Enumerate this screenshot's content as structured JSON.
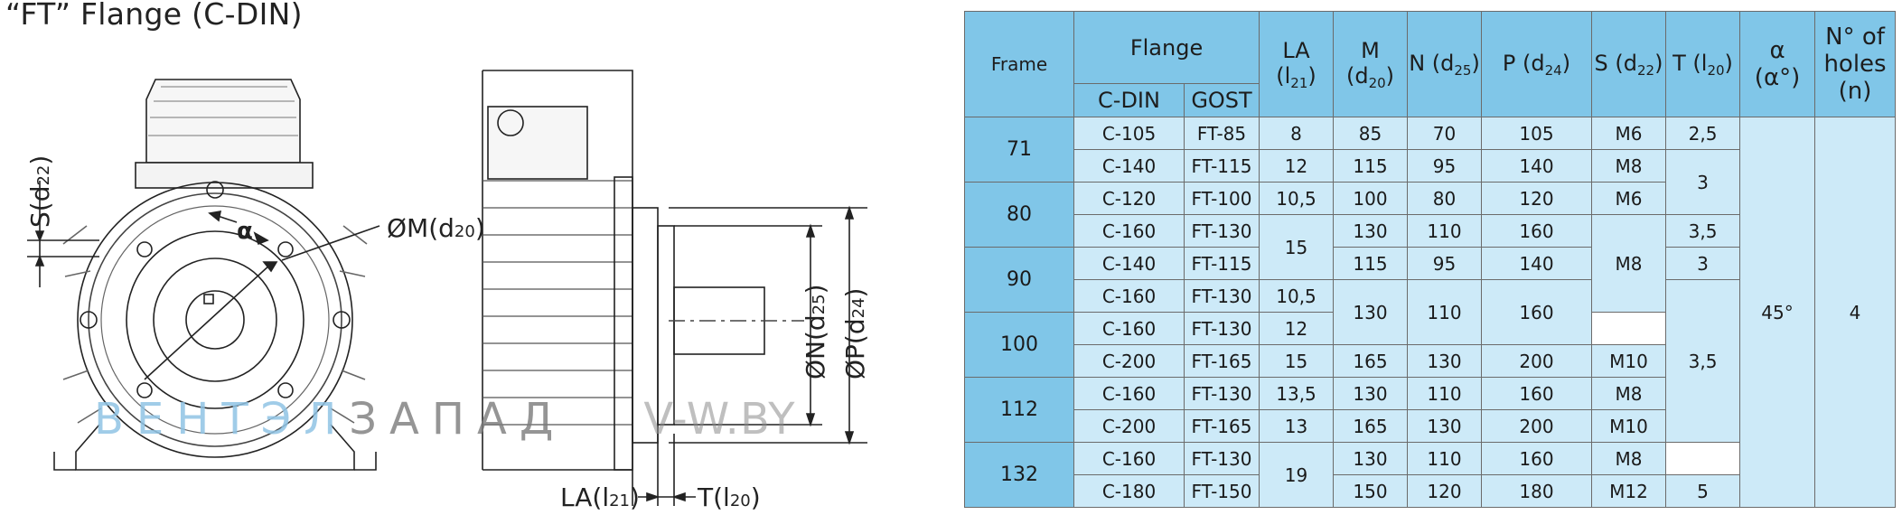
{
  "title": "“FT” Flange (C-DIN)",
  "drawing": {
    "label_s": "S(d",
    "label_s_sub": "22",
    "label_s_close": ")",
    "label_alpha": "α",
    "label_m": "ØM(d",
    "label_m_sub": "20",
    "label_m_close": ")",
    "label_n": "ØN(d",
    "label_n_sub": "25",
    "label_n_close": ")",
    "label_p": "ØP(d",
    "label_p_sub": "24",
    "label_p_close": ")",
    "label_la": "LA(l",
    "label_la_sub": "21",
    "label_la_close": ")",
    "label_t": "T(l",
    "label_t_sub": "20",
    "label_t_close": ")"
  },
  "watermark": {
    "part1": "ВЕНТЭЛ",
    "part2": "ЗАПАД",
    "part3": "V-W.BY"
  },
  "table": {
    "headers": {
      "frame": "Frame",
      "flange": "Flange",
      "cdin": "C-DIN",
      "gost": "GOST",
      "la": "LA (l",
      "la_sub": "21",
      "m": "M (d",
      "m_sub": "20",
      "n": "N (d",
      "n_sub": "25",
      "p": "P (d",
      "p_sub": "24",
      "s": "S (d",
      "s_sub": "22",
      "t": "T (l",
      "t_sub": "20",
      "alpha": "α",
      "alpha2": "(α°)",
      "holes1": "N° of",
      "holes2": "holes",
      "holes3": "(n)",
      "close": ")"
    },
    "frames": [
      "71",
      "80",
      "90",
      "100",
      "112",
      "132"
    ],
    "rows": [
      {
        "cdin": "C-105",
        "gost": "FT-85",
        "la": "8",
        "m": "85",
        "n": "70",
        "p": "105",
        "s": "M6",
        "t": "2,5"
      },
      {
        "cdin": "C-140",
        "gost": "FT-115",
        "la": "12",
        "m": "115",
        "n": "95",
        "p": "140",
        "s": "M8",
        "t": "3"
      },
      {
        "cdin": "C-120",
        "gost": "FT-100",
        "la": "10,5",
        "m": "100",
        "n": "80",
        "p": "120",
        "s": "M6",
        "t": ""
      },
      {
        "cdin": "C-160",
        "gost": "FT-130",
        "la": "15",
        "m": "130",
        "n": "110",
        "p": "160",
        "s": "M8",
        "t": "3,5"
      },
      {
        "cdin": "C-140",
        "gost": "FT-115",
        "la": "",
        "m": "115",
        "n": "95",
        "p": "140",
        "s": "",
        "t": "3"
      },
      {
        "cdin": "C-160",
        "gost": "FT-130",
        "la": "10,5",
        "m": "130",
        "n": "110",
        "p": "160",
        "s": "",
        "t": "3,5"
      },
      {
        "cdin": "C-160",
        "gost": "FT-130",
        "la": "12",
        "m": "",
        "n": "",
        "p": "",
        "s": "",
        "t": ""
      },
      {
        "cdin": "C-200",
        "gost": "FT-165",
        "la": "15",
        "m": "165",
        "n": "130",
        "p": "200",
        "s": "M10",
        "t": ""
      },
      {
        "cdin": "C-160",
        "gost": "FT-130",
        "la": "13,5",
        "m": "130",
        "n": "110",
        "p": "160",
        "s": "M8",
        "t": ""
      },
      {
        "cdin": "C-200",
        "gost": "FT-165",
        "la": "13",
        "m": "165",
        "n": "130",
        "p": "200",
        "s": "M10",
        "t": ""
      },
      {
        "cdin": "C-160",
        "gost": "FT-130",
        "la": "19",
        "m": "130",
        "n": "110",
        "p": "160",
        "s": "M8",
        "t": ""
      },
      {
        "cdin": "C-180",
        "gost": "FT-150",
        "la": "",
        "m": "150",
        "n": "120",
        "p": "180",
        "s": "M12",
        "t": "5"
      }
    ],
    "alpha_value": "45°",
    "holes_value": "4"
  }
}
